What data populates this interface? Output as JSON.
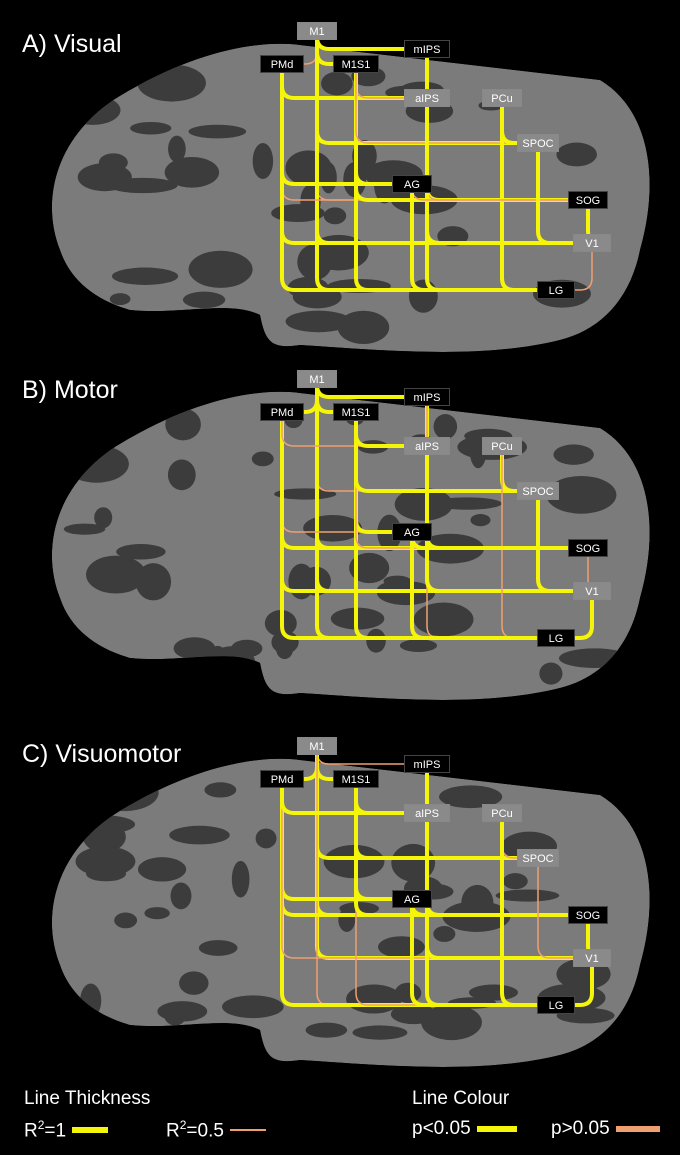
{
  "panels": [
    {
      "title": "A) Visual"
    },
    {
      "title": "B) Motor"
    },
    {
      "title": "C) Visuomotor"
    }
  ],
  "nodes": {
    "m1": "M1",
    "pmd": "PMd",
    "m1s1": "M1S1",
    "mips": "mIPS",
    "aips": "aIPS",
    "pcu": "PCu",
    "spoc": "SPOC",
    "ag": "AG",
    "sog": "SOG",
    "v1": "V1",
    "lg": "LG"
  },
  "legend": {
    "thickness_header": "Line Thickness",
    "thick_label": "R2=1",
    "thin_label": "R2=0.5",
    "colour_header": "Line Colour",
    "sig_label": "p<0.05",
    "nonsig_label": "p>0.05"
  },
  "colors": {
    "significant": "#f5f50a",
    "nonsignificant": "#f0a070",
    "brain_light": "#7b7b7b",
    "brain_dark": "#3c3c3c"
  }
}
